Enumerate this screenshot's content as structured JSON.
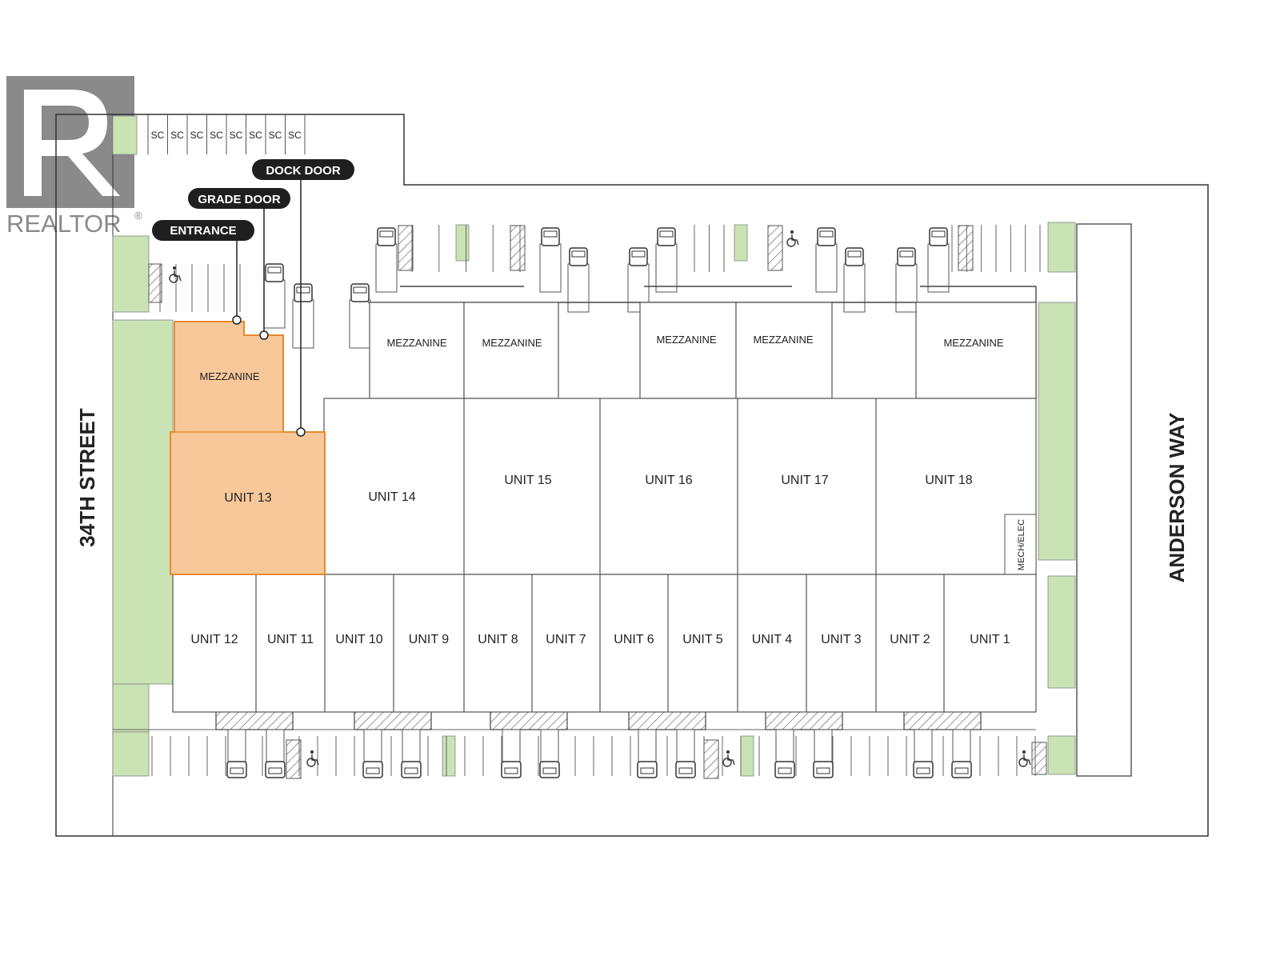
{
  "logo": {
    "wordmark": "REALTOR",
    "registered": "®"
  },
  "streets": {
    "left": "34TH STREET",
    "right": "ANDERSON WAY"
  },
  "callouts": {
    "dock_door": "DOCK DOOR",
    "grade_door": "GRADE DOOR",
    "entrance": "ENTRANCE"
  },
  "sc_label": "SC",
  "sc_count": 8,
  "highlighted": {
    "unit": "UNIT 13",
    "mezzanine": "MEZZANINE"
  },
  "mezzanines": [
    "MEZZANINE",
    "MEZZANINE",
    "MEZZANINE",
    "MEZZANINE",
    "MEZZANINE"
  ],
  "back_units": [
    "UNIT 14",
    "UNIT 15",
    "UNIT 16",
    "UNIT 17",
    "UNIT 18"
  ],
  "front_units": [
    "UNIT 12",
    "UNIT 11",
    "UNIT 10",
    "UNIT 9",
    "UNIT 8",
    "UNIT 7",
    "UNIT 6",
    "UNIT 5",
    "UNIT 4",
    "UNIT 3",
    "UNIT 2",
    "UNIT 1"
  ],
  "mech_room": "MECH/ELEC",
  "colors": {
    "highlight": "#f8c89a",
    "highlight_stroke": "#e58a2e",
    "green": "#c9e3b4",
    "pill": "#1f1f1f",
    "line": "#444444"
  }
}
